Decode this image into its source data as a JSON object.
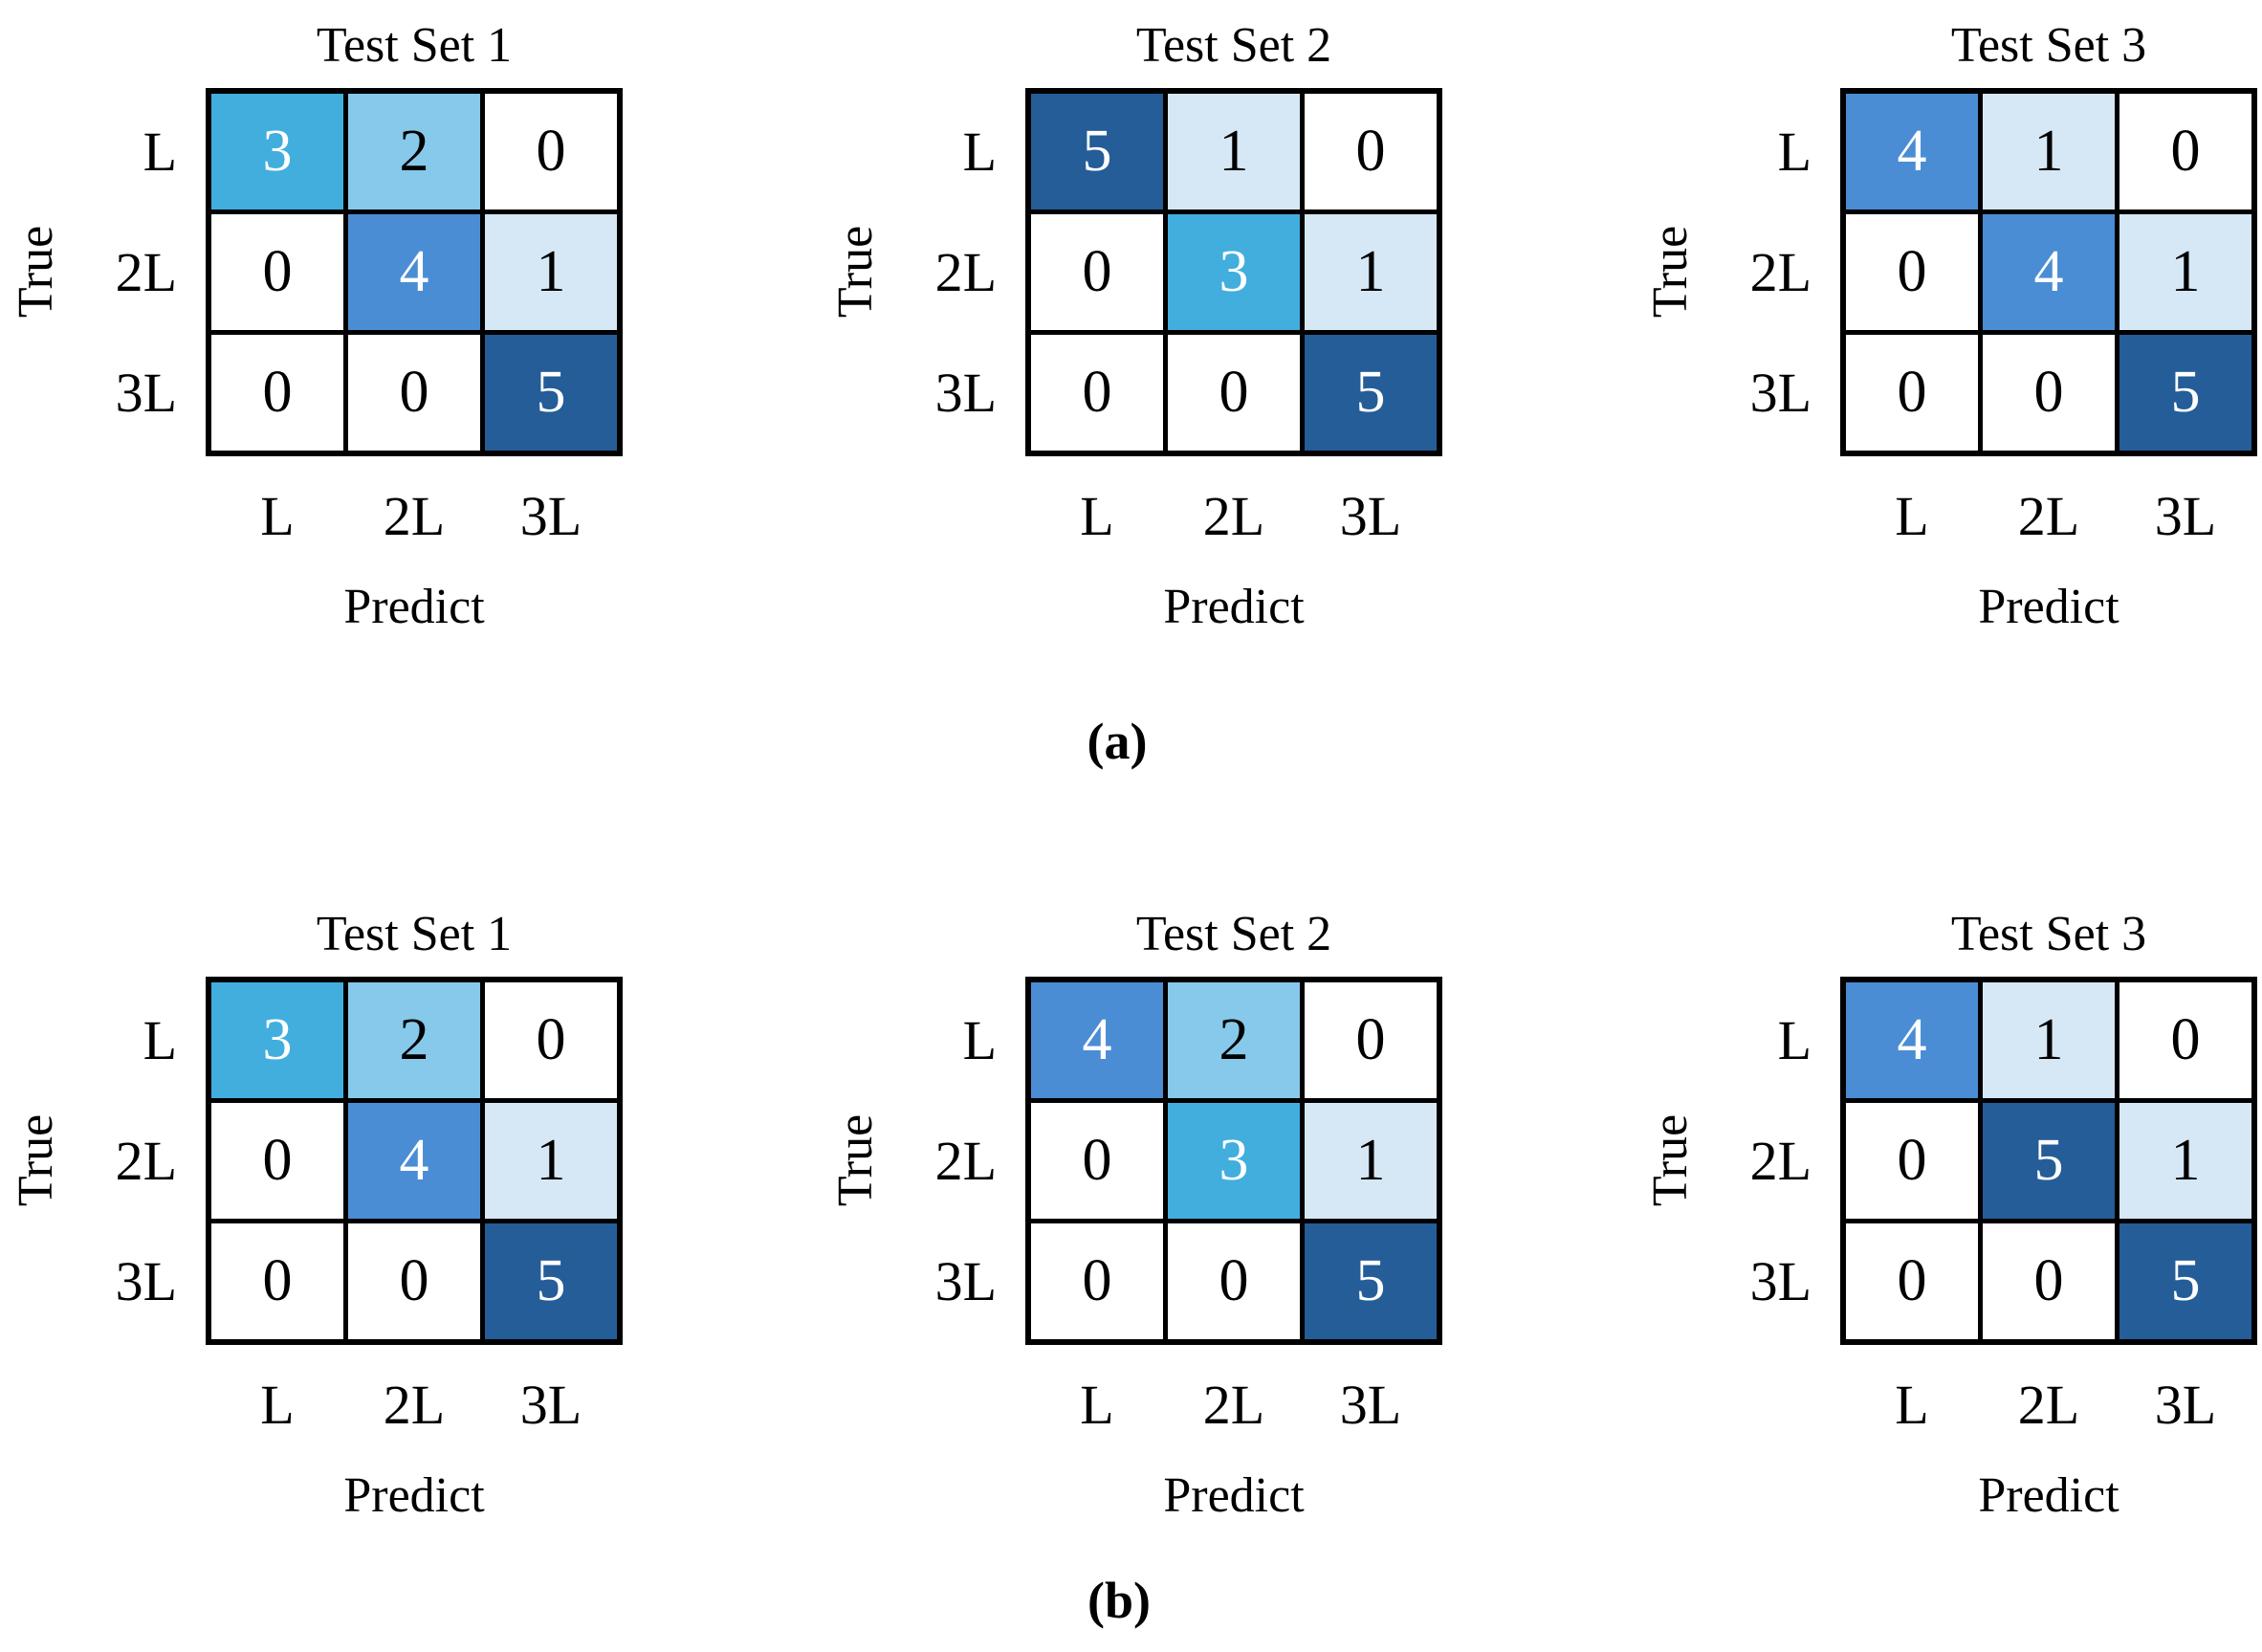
{
  "figure": {
    "classes": [
      "L",
      "2L",
      "3L"
    ],
    "axis": {
      "true_label": "True",
      "predict_label": "Predict"
    },
    "value_colors": {
      "0": "#FFFFFF",
      "1": "#D6E7F5",
      "2": "#86C9EA",
      "3": "#41AEDE",
      "4": "#4A8DD4",
      "5": "#245D98"
    },
    "cell_text_dark": "#000000",
    "cell_text_light": "#FFFFFF",
    "light_text_values": [
      3,
      4,
      5
    ],
    "grid_line_color": "#000000",
    "rows": [
      {
        "caption": "(a)",
        "panels": [
          {
            "title": "Test Set 1",
            "matrix": [
              [
                3,
                2,
                0
              ],
              [
                0,
                4,
                1
              ],
              [
                0,
                0,
                5
              ]
            ]
          },
          {
            "title": "Test Set 2",
            "matrix": [
              [
                5,
                1,
                0
              ],
              [
                0,
                3,
                1
              ],
              [
                0,
                0,
                5
              ]
            ]
          },
          {
            "title": "Test Set 3",
            "matrix": [
              [
                4,
                1,
                0
              ],
              [
                0,
                4,
                1
              ],
              [
                0,
                0,
                5
              ]
            ]
          }
        ]
      },
      {
        "caption": "(b)",
        "panels": [
          {
            "title": "Test Set 1",
            "matrix": [
              [
                3,
                2,
                0
              ],
              [
                0,
                4,
                1
              ],
              [
                0,
                0,
                5
              ]
            ]
          },
          {
            "title": "Test Set 2",
            "matrix": [
              [
                4,
                2,
                0
              ],
              [
                0,
                3,
                1
              ],
              [
                0,
                0,
                5
              ]
            ]
          },
          {
            "title": "Test Set 3",
            "matrix": [
              [
                4,
                1,
                0
              ],
              [
                0,
                5,
                1
              ],
              [
                0,
                0,
                5
              ]
            ]
          }
        ]
      }
    ]
  },
  "chart_data": [
    {
      "type": "heatmap",
      "group": "a",
      "title": "Test Set 1",
      "xlabel": "Predict",
      "ylabel": "True",
      "x_categories": [
        "L",
        "2L",
        "3L"
      ],
      "y_categories": [
        "L",
        "2L",
        "3L"
      ],
      "values": [
        [
          3,
          2,
          0
        ],
        [
          0,
          4,
          1
        ],
        [
          0,
          0,
          5
        ]
      ],
      "legend": "none",
      "grid": true
    },
    {
      "type": "heatmap",
      "group": "a",
      "title": "Test Set 2",
      "xlabel": "Predict",
      "ylabel": "True",
      "x_categories": [
        "L",
        "2L",
        "3L"
      ],
      "y_categories": [
        "L",
        "2L",
        "3L"
      ],
      "values": [
        [
          5,
          1,
          0
        ],
        [
          0,
          3,
          1
        ],
        [
          0,
          0,
          5
        ]
      ],
      "legend": "none",
      "grid": true
    },
    {
      "type": "heatmap",
      "group": "a",
      "title": "Test Set 3",
      "xlabel": "Predict",
      "ylabel": "True",
      "x_categories": [
        "L",
        "2L",
        "3L"
      ],
      "y_categories": [
        "L",
        "2L",
        "3L"
      ],
      "values": [
        [
          4,
          1,
          0
        ],
        [
          0,
          4,
          1
        ],
        [
          0,
          0,
          5
        ]
      ],
      "legend": "none",
      "grid": true
    },
    {
      "type": "heatmap",
      "group": "b",
      "title": "Test Set 1",
      "xlabel": "Predict",
      "ylabel": "True",
      "x_categories": [
        "L",
        "2L",
        "3L"
      ],
      "y_categories": [
        "L",
        "2L",
        "3L"
      ],
      "values": [
        [
          3,
          2,
          0
        ],
        [
          0,
          4,
          1
        ],
        [
          0,
          0,
          5
        ]
      ],
      "legend": "none",
      "grid": true
    },
    {
      "type": "heatmap",
      "group": "b",
      "title": "Test Set 2",
      "xlabel": "Predict",
      "ylabel": "True",
      "x_categories": [
        "L",
        "2L",
        "3L"
      ],
      "y_categories": [
        "L",
        "2L",
        "3L"
      ],
      "values": [
        [
          4,
          2,
          0
        ],
        [
          0,
          3,
          1
        ],
        [
          0,
          0,
          5
        ]
      ],
      "legend": "none",
      "grid": true
    },
    {
      "type": "heatmap",
      "group": "b",
      "title": "Test Set 3",
      "xlabel": "Predict",
      "ylabel": "True",
      "x_categories": [
        "L",
        "2L",
        "3L"
      ],
      "y_categories": [
        "L",
        "2L",
        "3L"
      ],
      "values": [
        [
          4,
          1,
          0
        ],
        [
          0,
          5,
          1
        ],
        [
          0,
          0,
          5
        ]
      ],
      "legend": "none",
      "grid": true
    }
  ]
}
